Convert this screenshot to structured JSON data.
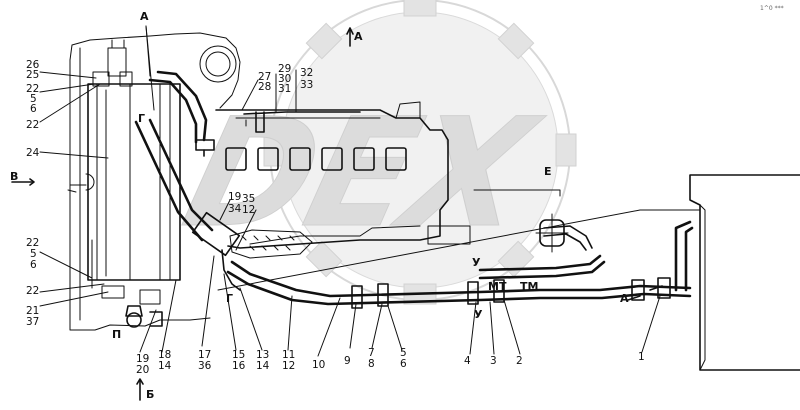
{
  "watermark": {
    "text": "DEX"
  },
  "corner_mark": "1^0 ***",
  "view_labels": {
    "top_A": "А",
    "top_A2": "А",
    "left_B": "В",
    "bottom_B": "Б",
    "E": "Е",
    "G1": "Г",
    "G2": "Г",
    "P": "П",
    "V": "У",
    "V2": "У",
    "MT": "МТ",
    "TM": "ТМ",
    "A_right": "А"
  },
  "callouts": [
    "26",
    "25",
    "22",
    "5",
    "6",
    "22",
    "24",
    "22",
    "5",
    "6",
    "22",
    "21",
    "37",
    "27",
    "28",
    "29",
    "30",
    "31",
    "32",
    "33",
    "19",
    "34",
    "35",
    "12",
    "19",
    "20",
    "18",
    "14",
    "17",
    "36",
    "15",
    "16",
    "13",
    "14",
    "11",
    "12",
    "10",
    "9",
    "7",
    "8",
    "5",
    "6",
    "4",
    "3",
    "2",
    "1"
  ]
}
